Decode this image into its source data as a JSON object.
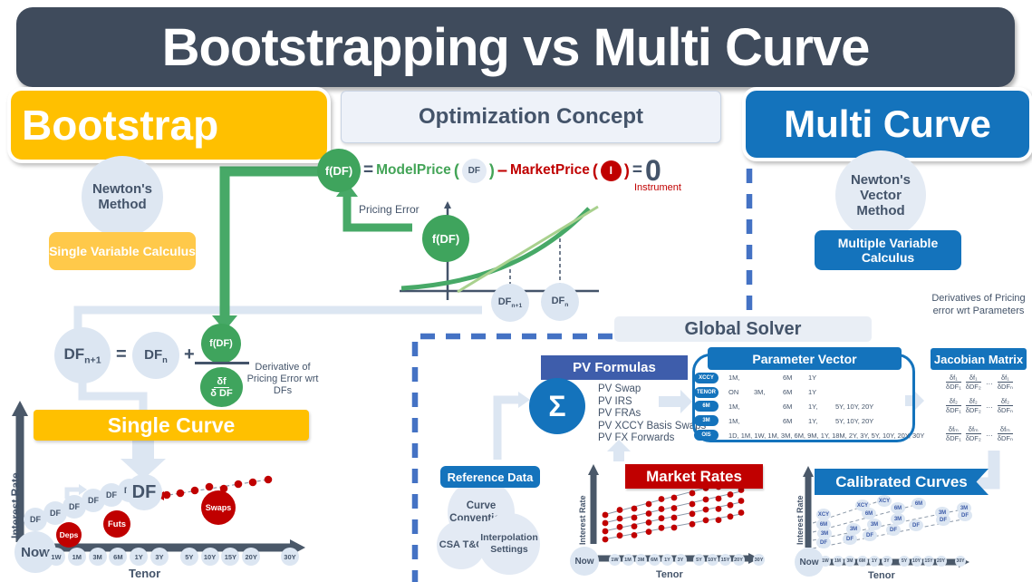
{
  "title": "Bootstrapping vs Multi Curve",
  "colors": {
    "slate": "#3F4B5C",
    "accent_orange": "#FFC000",
    "accent_blue": "#1473BC",
    "accent_red": "#C00000",
    "accent_green": "#3FA45D",
    "light_chip": "#DCE6F2",
    "dashed_blue": "#4472C4"
  },
  "bootstrap": {
    "label": "Bootstrap",
    "method": "Newton's Method",
    "calculus": "Single Variable Calculus",
    "iteration": {
      "df_next_base": "DF",
      "df_next_sub": "n+1",
      "equals": "=",
      "df_base": "DF",
      "df_sub": "n",
      "plus": "+",
      "fdf": "f(DF)",
      "frac_num": "δf",
      "frac_den": "δ DF",
      "note": "Derivative of Pricing Error wrt DFs"
    },
    "single_curve": "Single Curve",
    "chart": {
      "ylabel": "Interest Rate",
      "xlabel": "Tenor",
      "origin": "Now",
      "df": "DF",
      "df_big": "DF",
      "deps": "Deps",
      "futs": "Futs",
      "swaps": "Swaps"
    }
  },
  "optimization": {
    "title": "Optimization Concept",
    "fdf": "f(DF)",
    "equals": "=",
    "model_price": "ModelPrice",
    "lparen": "(",
    "df_arg": "DF",
    "rparen": ")",
    "minus": "–",
    "market_price": "MarketPrice",
    "instrument_symbol": "I",
    "equals2": "=",
    "zero": "0",
    "instrument": "Instrument",
    "pricing_error": "Pricing Error",
    "fdf2": "f(DF)",
    "graph": {
      "df_next_base": "DF",
      "df_next_sub": "n+1",
      "df_base": "DF",
      "df_sub": "n"
    }
  },
  "multi": {
    "label": "Multi Curve",
    "method": "Newton's Vector Method",
    "calculus": "Multiple Variable Calculus"
  },
  "tenors": [
    "1W",
    "1M",
    "3M",
    "6M",
    "1Y",
    "3Y",
    "5Y",
    "10Y",
    "15Y",
    "20Y",
    "30Y"
  ],
  "solver": {
    "title": "Global Solver",
    "pv": {
      "title": "PV Formulas",
      "sigma": "Σ",
      "items": [
        "PV Swap",
        "PV IRS",
        "PV FRAs",
        "PV XCCY Basis Swaps",
        "PV FX Forwards"
      ]
    },
    "param_vector": {
      "title": "Parameter Vector",
      "rows": [
        {
          "label": "XCCY",
          "cols": [
            "1M,",
            "",
            "6M",
            "1Y",
            ""
          ]
        },
        {
          "label": "TENOR",
          "cols": [
            "ON",
            "3M,",
            "6M",
            "1Y",
            ""
          ]
        },
        {
          "label": "6M",
          "cols": [
            "1M,",
            "",
            "6M",
            "1Y,",
            "5Y, 10Y, 20Y"
          ]
        },
        {
          "label": "3M",
          "cols": [
            "1M,",
            "",
            "6M",
            "1Y,",
            "5Y, 10Y, 20Y"
          ]
        },
        {
          "label": "OIS",
          "cols": [
            "1D, 1M, 1W, 1M, 3M, 6M, 9M, 1Y, 18M, 2Y, 3Y, 5Y, 10Y, 20Y, 30Y",
            "",
            "",
            "",
            ""
          ]
        }
      ]
    },
    "jacobian": {
      "note": "Derivatives of Pricing error wrt Parameters",
      "title": "Jacobian Matrix",
      "ellipsis": "…",
      "cells": [
        {
          "n": "δf₁",
          "d": "δDF₁"
        },
        {
          "n": "δf₁",
          "d": "δDF₂"
        },
        {
          "n": "δf₁",
          "d": "δDFₙ"
        },
        {
          "n": "δf₂",
          "d": "δDF₁"
        },
        {
          "n": "δf₂",
          "d": "δDF₂"
        },
        {
          "n": "δf₂",
          "d": "δDFₙ"
        },
        {
          "n": "δfₘ",
          "d": "δDF₁"
        },
        {
          "n": "δfₘ",
          "d": "δDF₂"
        },
        {
          "n": "δfₘ",
          "d": "δDFₙ"
        }
      ]
    },
    "reference": {
      "title": "Reference Data",
      "items": [
        "Curve Conventions",
        "CSA T&C",
        "Interpolation Settings"
      ]
    },
    "market": {
      "title": "Market Rates",
      "ylabel": "Interest Rate",
      "xlabel": "Tenor",
      "origin": "Now"
    },
    "calibrated": {
      "title": "Calibrated Curves",
      "ylabel": "Interest Rate",
      "xlabel": "Tenor",
      "origin": "Now",
      "curves": [
        "XCY",
        "6M",
        "3M",
        "DF"
      ]
    }
  }
}
